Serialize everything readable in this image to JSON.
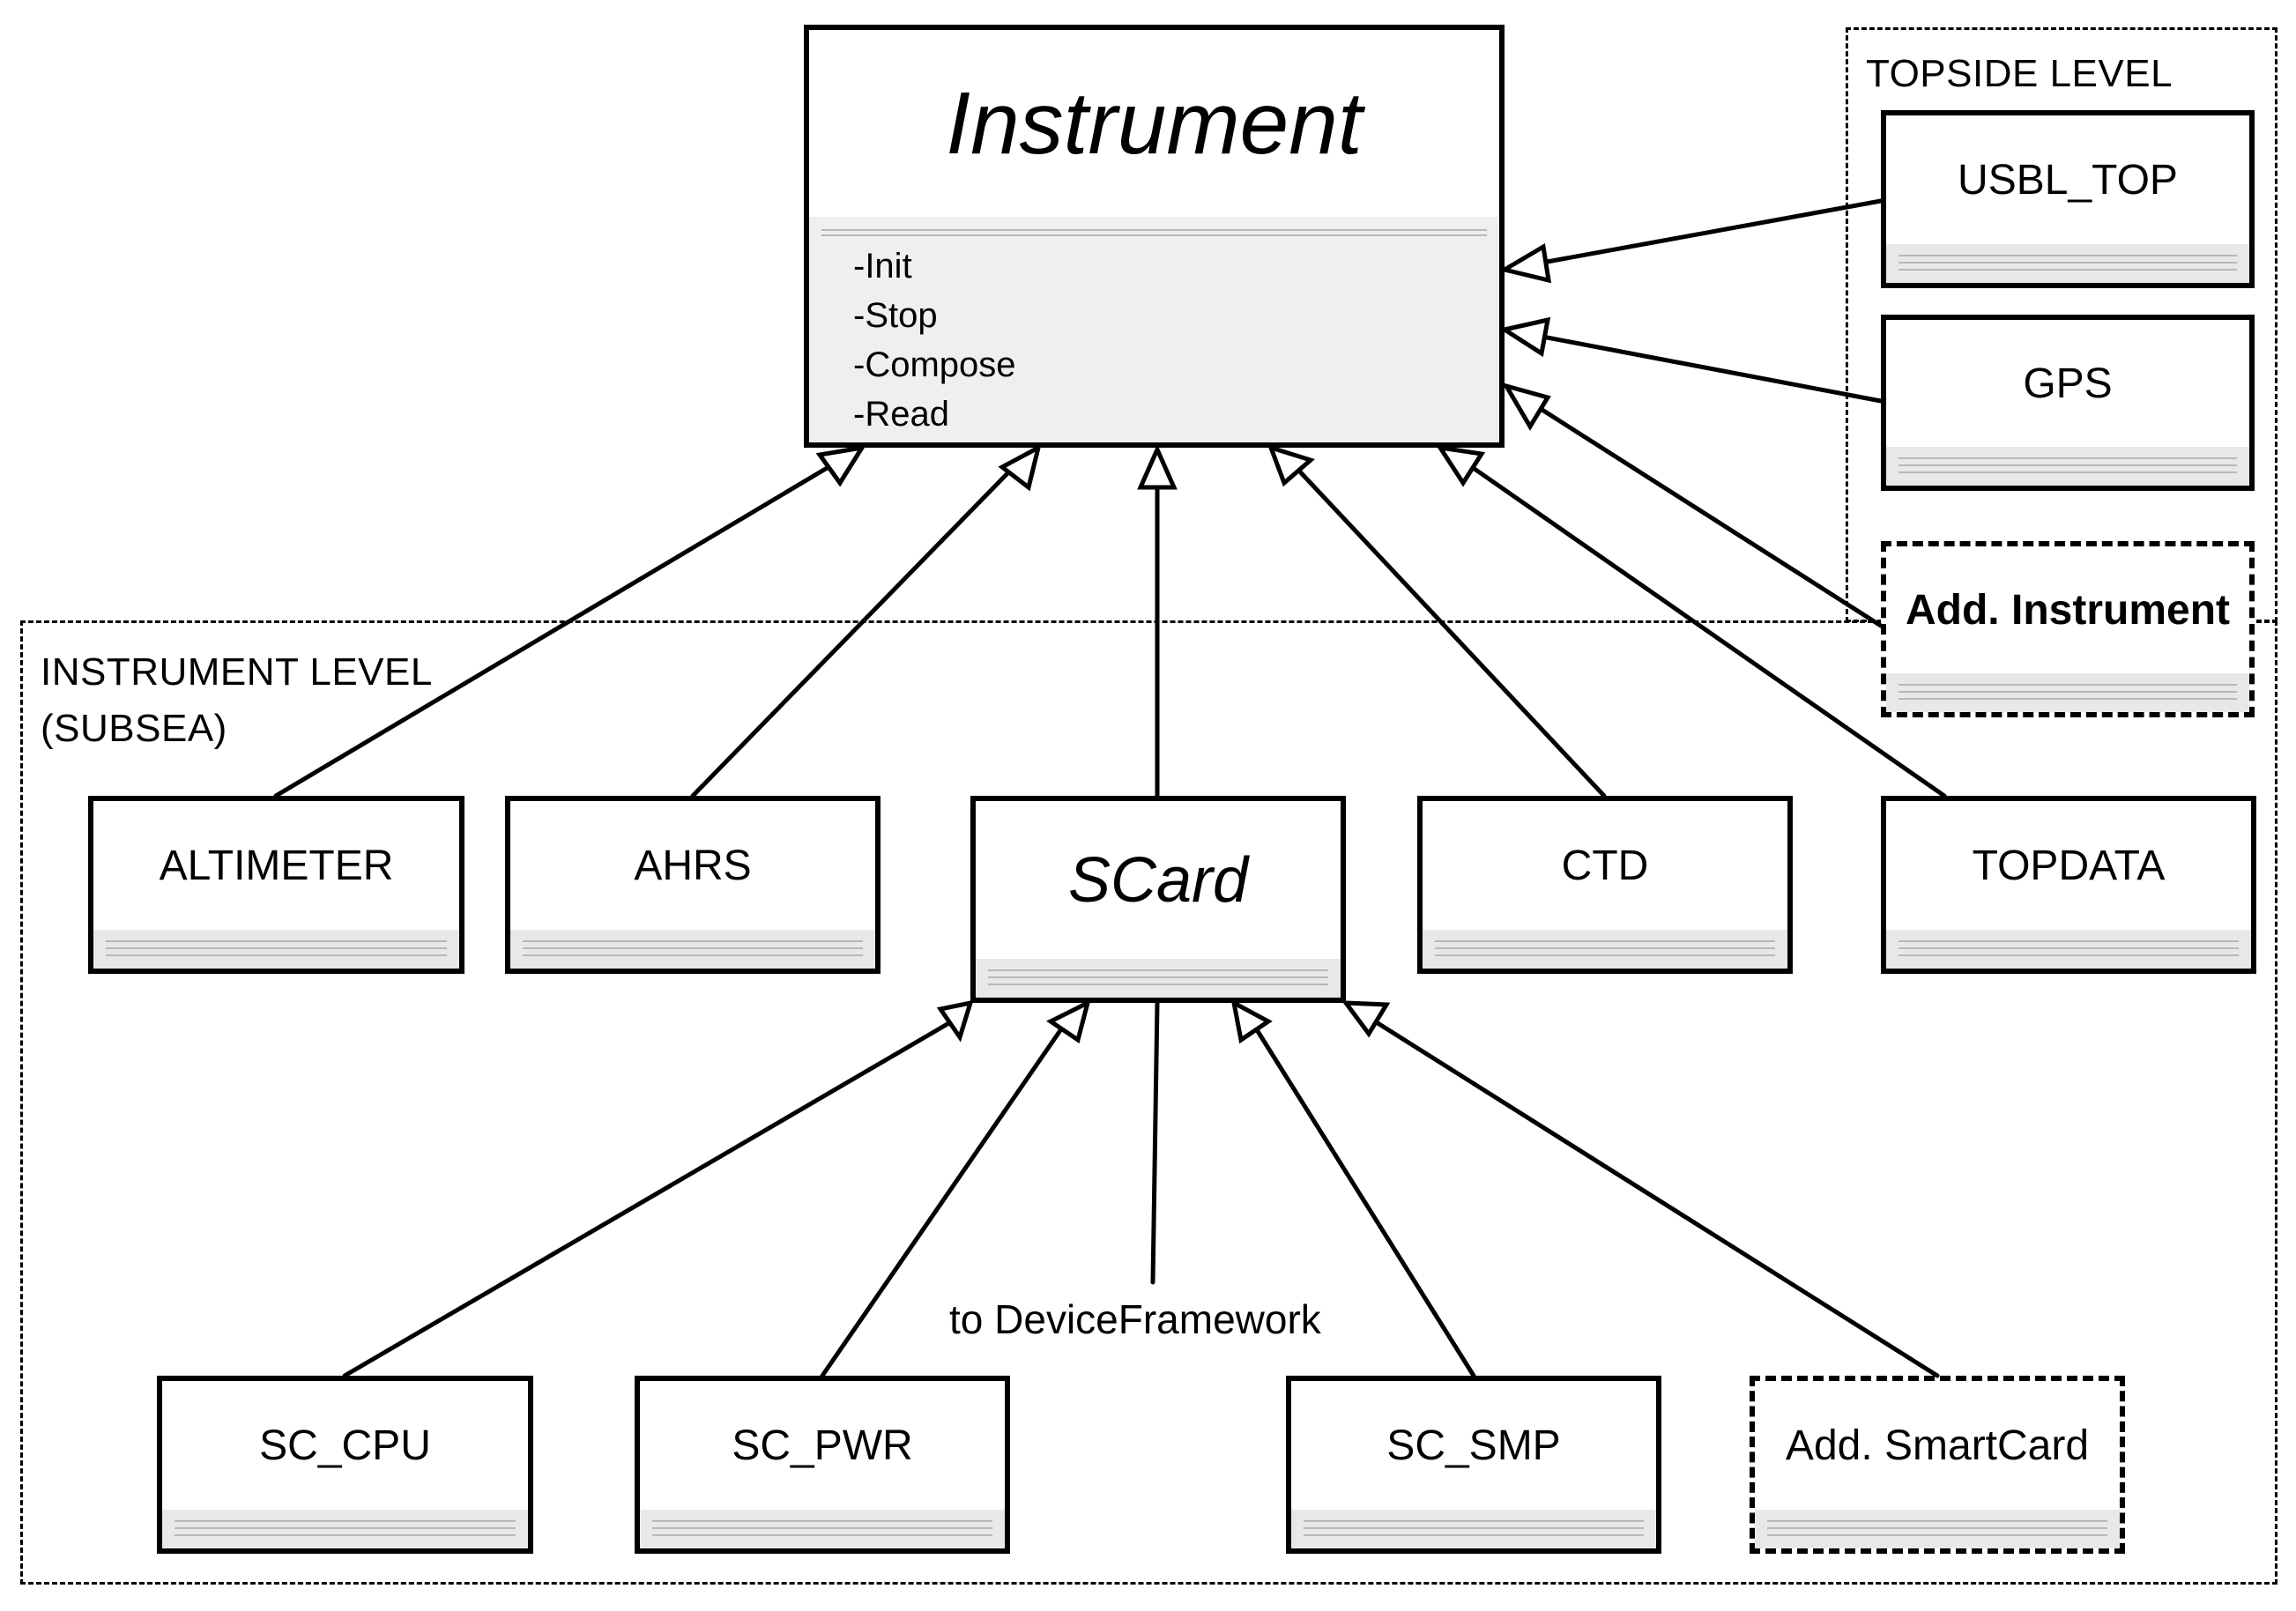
{
  "groups": {
    "topside_label": "TOPSIDE LEVEL",
    "instrument_level_label": "INSTRUMENT LEVEL\n(SUBSEA)"
  },
  "base_class": {
    "name": "Instrument",
    "operations": [
      "-Init",
      "-Stop",
      "-Compose",
      "-Read"
    ]
  },
  "topside_classes": {
    "usbl_top": "USBL_TOP",
    "gps": "GPS",
    "add_instrument": "Add. Instrument"
  },
  "instrument_classes": {
    "altimeter": "ALTIMETER",
    "ahrs": "AHRS",
    "scard": "SCard",
    "ctd": "CTD",
    "topdata": "TOPDATA"
  },
  "smartcard_classes": {
    "sc_cpu": "SC_CPU",
    "sc_pwr": "SC_PWR",
    "sc_smp": "SC_SMP",
    "add_smartcard": "Add. SmartCard"
  },
  "annotations": {
    "to_device_framework": "to DeviceFramework"
  }
}
